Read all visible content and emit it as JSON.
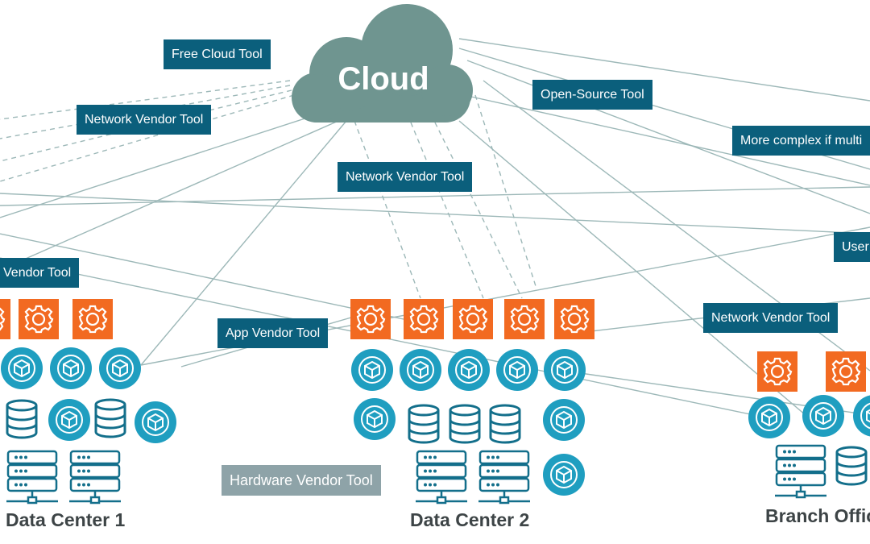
{
  "cloud": {
    "label": "Cloud"
  },
  "tools": {
    "free_cloud": "Free Cloud Tool",
    "network_vendor_top": "Network Vendor Tool",
    "open_source": "Open-Source Tool",
    "more_complex": "More complex if multi",
    "network_vendor_center": "Network Vendor Tool",
    "user": "User",
    "vendor_left": "Vendor Tool",
    "app_vendor": "App Vendor Tool",
    "network_vendor_right": "Network Vendor Tool",
    "hardware_vendor": "Hardware Vendor Tool"
  },
  "sites": {
    "dc1": "Data Center 1",
    "dc2": "Data Center 2",
    "branch": "Branch Office"
  },
  "colors": {
    "cloud": "#6f9590",
    "tag": "#0b5f7c",
    "tag_grey": "#8ea3a8",
    "gear": "#f26a21",
    "node": "#1f9ec0",
    "line": "#9db8b8",
    "device": "#136f8b"
  },
  "icons": {
    "gear": "gear-icon",
    "container": "cube-icon",
    "database": "database-icon",
    "server": "server-rack-icon"
  }
}
